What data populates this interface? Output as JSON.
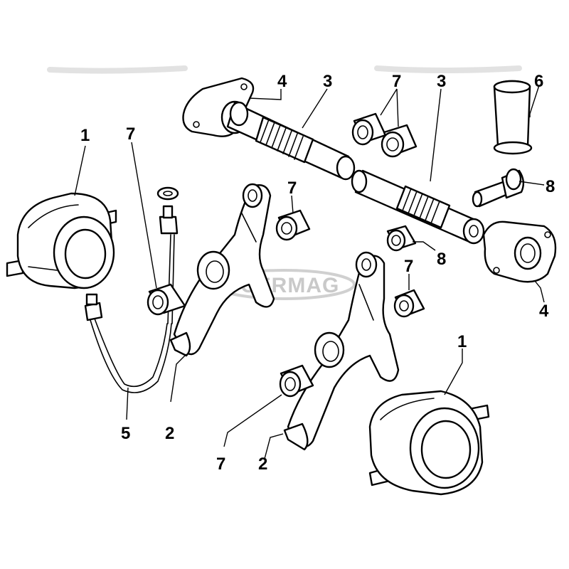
{
  "watermark": {
    "text": "CERMAG"
  },
  "callouts": {
    "c1a": "1",
    "c1b": "1",
    "c2a": "2",
    "c2b": "2",
    "c3a": "3",
    "c3b": "3",
    "c4a": "4",
    "c4b": "4",
    "c5": "5",
    "c6": "6",
    "c7a": "7",
    "c7b": "7",
    "c7c": "7",
    "c7d": "7",
    "c7e": "7",
    "c8a": "8",
    "c8b": "8"
  }
}
